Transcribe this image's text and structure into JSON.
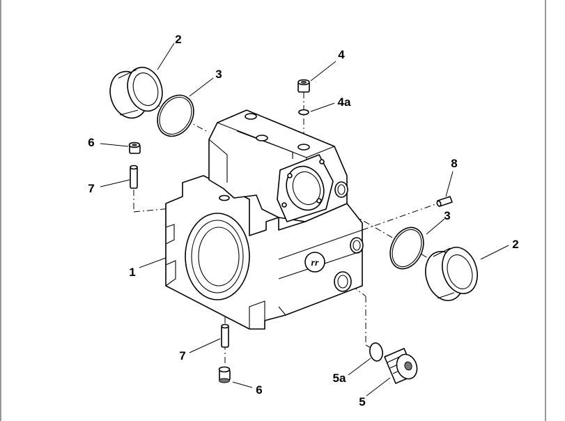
{
  "diagram": {
    "callouts": [
      {
        "id": "c-2-top",
        "label": "2"
      },
      {
        "id": "c-3-top",
        "label": "3"
      },
      {
        "id": "c-4",
        "label": "4"
      },
      {
        "id": "c-4a",
        "label": "4a"
      },
      {
        "id": "c-6-top",
        "label": "6"
      },
      {
        "id": "c-7-top",
        "label": "7"
      },
      {
        "id": "c-8",
        "label": "8"
      },
      {
        "id": "c-3-right",
        "label": "3"
      },
      {
        "id": "c-2-right",
        "label": "2"
      },
      {
        "id": "c-1",
        "label": "1"
      },
      {
        "id": "c-7-bottom",
        "label": "7"
      },
      {
        "id": "c-5a",
        "label": "5a"
      },
      {
        "id": "c-6-bottom",
        "label": "6"
      },
      {
        "id": "c-5",
        "label": "5"
      }
    ],
    "logo_text": "rr",
    "colors": {
      "line": "#000000",
      "background": "#ffffff",
      "frame": "#555555"
    }
  }
}
